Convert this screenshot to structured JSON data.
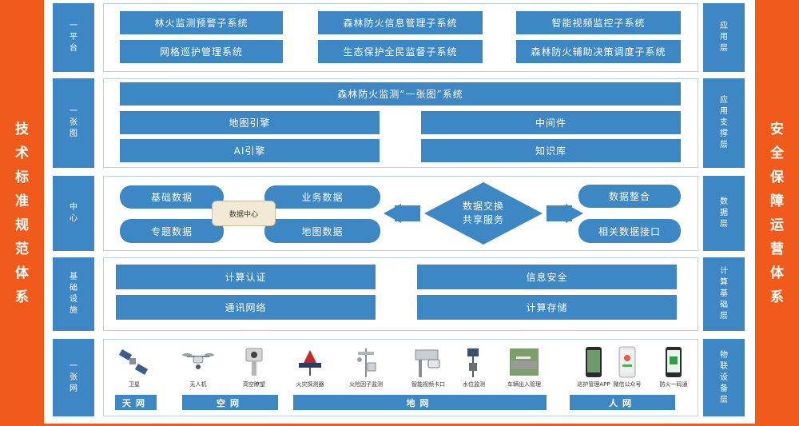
{
  "left_bar": {
    "chars": [
      "技",
      "术",
      "标",
      "准",
      "规",
      "范",
      "体",
      "系"
    ]
  },
  "right_bar": {
    "chars": [
      "安",
      "全",
      "保",
      "障",
      "运",
      "营",
      "体",
      "系"
    ]
  },
  "layers": [
    {
      "left": [
        "一",
        "平",
        "台"
      ],
      "right": [
        "应",
        "用",
        "层"
      ]
    },
    {
      "left": [
        "一",
        "张",
        "图"
      ],
      "right": [
        "应",
        "用",
        "支",
        "撑",
        "层"
      ]
    },
    {
      "left": [
        "中",
        "心"
      ],
      "right": [
        "数",
        "据",
        "层"
      ]
    },
    {
      "left": [
        "基",
        "础",
        "设",
        "施"
      ],
      "right": [
        "计",
        "算",
        "基",
        "础",
        "层"
      ]
    },
    {
      "left": [
        "一",
        "张",
        "网"
      ],
      "right": [
        "物",
        "联",
        "设",
        "备",
        "层"
      ]
    }
  ],
  "platform": {
    "items": [
      "林火监测预警子系统",
      "森林防火信息管理子系统",
      "智能视频监控子系统",
      "网格巡护管理系统",
      "生态保护全民监督子系统",
      "森林防火辅助决策调度子系统"
    ]
  },
  "onemap": {
    "title": "森林防火监测“一张图”系统",
    "map_engine": "地图引擎",
    "middleware": "中间件",
    "ai_engine": "AI引擎",
    "knowledge_base": "知识库"
  },
  "data_center": {
    "basic_data": "基础数据",
    "business_data": "业务数据",
    "thematic_data": "专题数据",
    "map_data": "地图数据",
    "hub": "数据中心",
    "exchange_line1": "数据交换",
    "exchange_line2": "共享服务",
    "integration": "数据整合",
    "interface": "相关数据接口"
  },
  "infra": {
    "compute_auth": "计算认证",
    "info_security": "信息安全",
    "comm_network": "通讯网络",
    "compute_storage": "计算存储"
  },
  "devices": [
    {
      "icon": "satellite-icon",
      "label": "卫星"
    },
    {
      "icon": "drone-icon",
      "label": "无人机"
    },
    {
      "icon": "high-altitude-camera-icon",
      "label": "高空瞭望"
    },
    {
      "icon": "fire-detector-icon",
      "label": "火灾探测器"
    },
    {
      "icon": "fire-factor-monitor-icon",
      "label": "火险因子监测"
    },
    {
      "icon": "smart-video-checkpoint-icon",
      "label": "智能视频卡口"
    },
    {
      "icon": "water-level-monitor-icon",
      "label": "水位监测"
    },
    {
      "icon": "vehicle-access-icon",
      "label": "车辆出入管理"
    },
    {
      "icon": "patrol-app-icon",
      "label": "巡护管理APP"
    },
    {
      "icon": "wechat-account-icon",
      "label": "微信公众号"
    },
    {
      "icon": "fire-prevention-app-icon",
      "label": "防火一码通"
    }
  ],
  "networks": {
    "sky": "天网",
    "air": "空网",
    "ground": "地网",
    "human": "人网"
  },
  "colors": {
    "orange": "#f05a1a",
    "blue": "#3d87c4",
    "panel_border": "#b9d0e6"
  }
}
